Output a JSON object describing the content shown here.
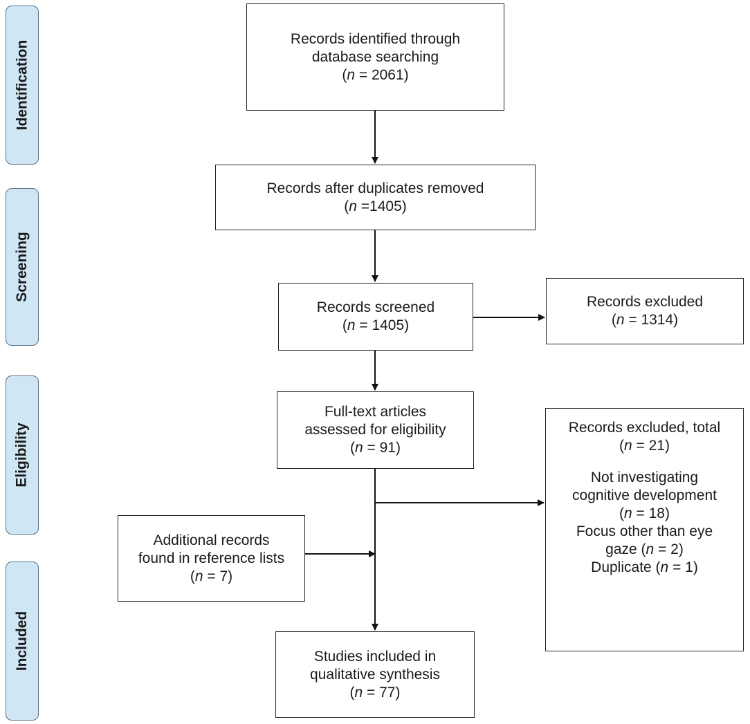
{
  "phases": {
    "identification": "Identification",
    "screening": "Screening",
    "eligibility": "Eligibility",
    "included": "Included"
  },
  "boxes": {
    "identified": {
      "line1": "Records identified through",
      "line2": "database searching",
      "count": {
        "open": "(",
        "n": "n",
        "rest": " = 2061)"
      }
    },
    "after_duplicates": {
      "line1": "Records after duplicates removed",
      "count": {
        "open": "(",
        "n": "n",
        "rest": " =1405)"
      }
    },
    "screened": {
      "line1": "Records screened",
      "count": {
        "open": "(",
        "n": "n",
        "rest": " = 1405)"
      }
    },
    "excluded_screening": {
      "line1": "Records excluded",
      "count": {
        "open": "(",
        "n": "n",
        "rest": " = 1314)"
      }
    },
    "full_text": {
      "line1": "Full-text articles",
      "line2": "assessed for eligibility",
      "count": {
        "open": "(",
        "n": "n",
        "rest": " = 91)"
      }
    },
    "excluded_total": {
      "line1": "Records excluded, total",
      "count": {
        "open": "(",
        "n": "n",
        "rest": " = 21)"
      },
      "reason1_line1": "Not investigating",
      "reason1_line2": "cognitive development",
      "reason1_count": {
        "open": "(",
        "n": "n",
        "rest": " = 18)"
      },
      "reason2_line1": "Focus other than eye",
      "reason2_line2": {
        "text": "gaze (",
        "n": "n",
        "rest": " = 2)"
      },
      "reason3": {
        "text": "Duplicate (",
        "n": "n",
        "rest": " = 1)"
      }
    },
    "additional": {
      "line1": "Additional records",
      "line2": "found in reference lists",
      "count": {
        "open": "(",
        "n": "n",
        "rest": " = 7)"
      }
    },
    "included": {
      "line1": "Studies included in",
      "line2": "qualitative synthesis",
      "count": {
        "open": "(",
        "n": "n",
        "rest": " = 77)"
      }
    }
  },
  "colors": {
    "phase_fill": "#cfe6f5",
    "phase_border": "#5a6f84",
    "box_border": "#222222",
    "arrow": "#111111"
  }
}
